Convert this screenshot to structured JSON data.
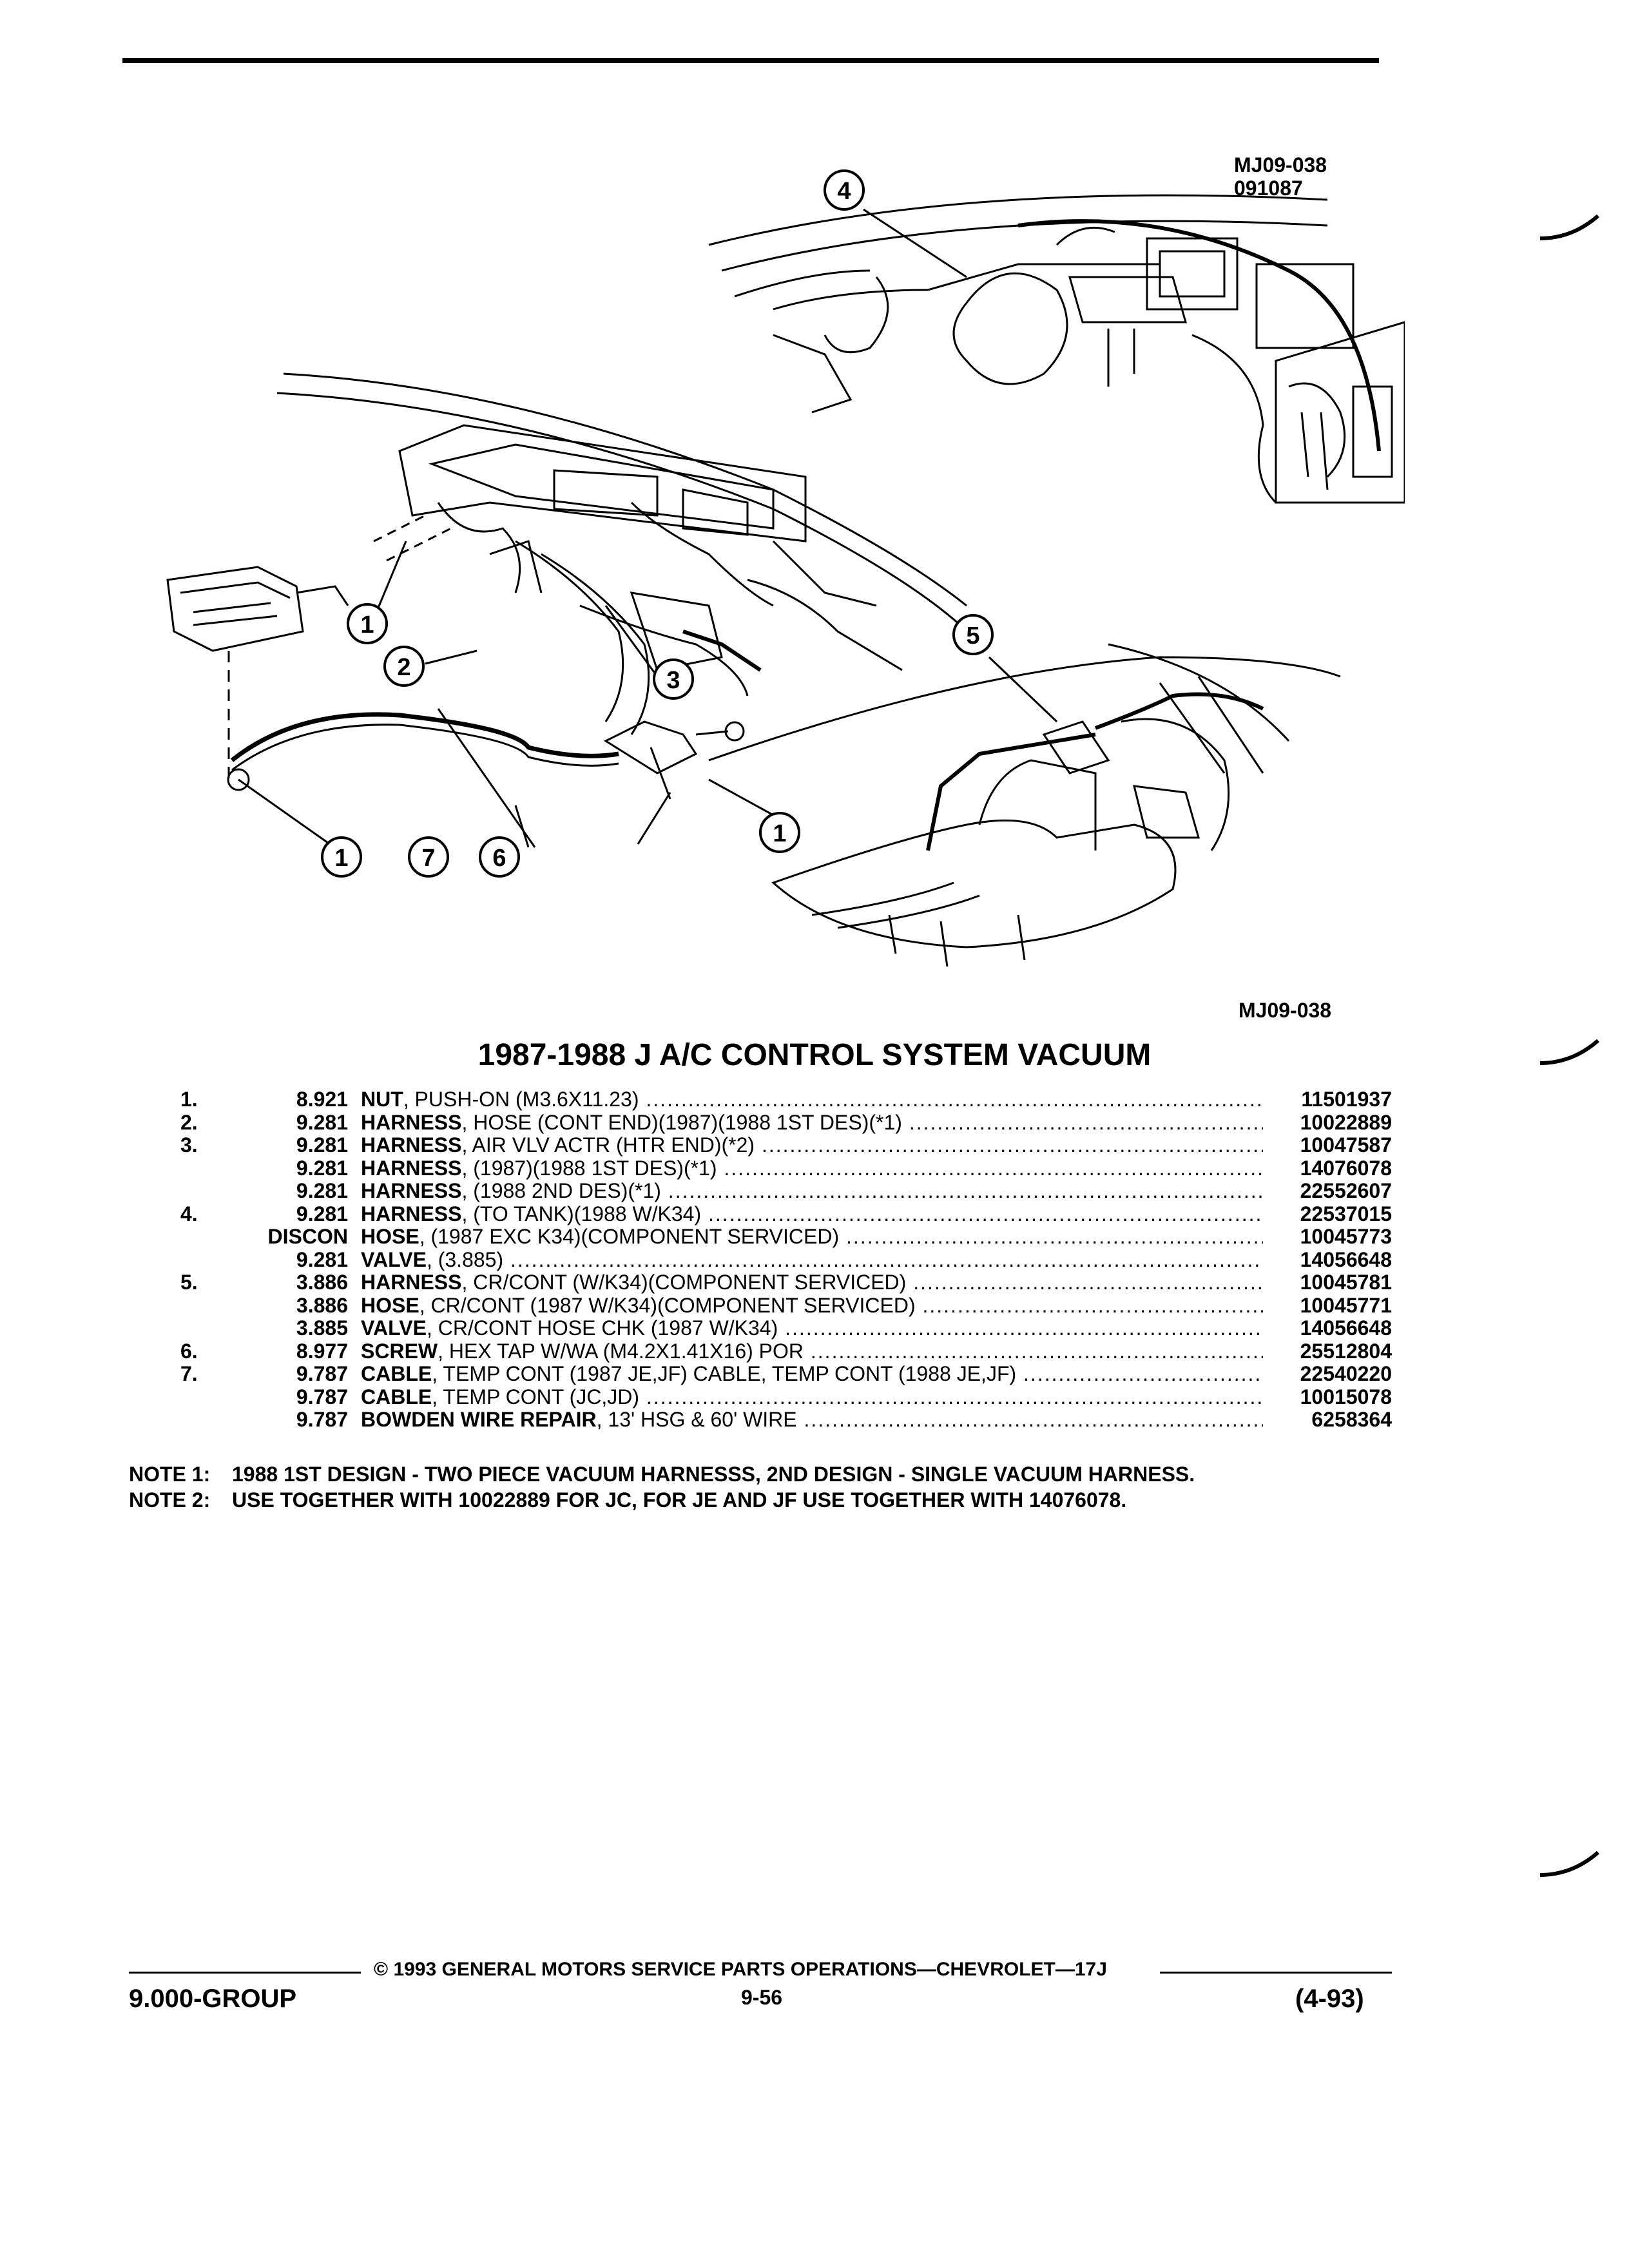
{
  "figure": {
    "code_top_1": "MJ09-038",
    "code_top_2": "091087",
    "code_bottom": "MJ09-038",
    "callouts": [
      "1",
      "2",
      "3",
      "4",
      "5",
      "6",
      "7"
    ]
  },
  "title": "1987-1988 J A/C CONTROL SYSTEM VACUUM",
  "parts": [
    {
      "item": "1.",
      "group": "8.921",
      "name": "NUT",
      "desc": ", PUSH-ON (M3.6X11.23)",
      "number": "11501937"
    },
    {
      "item": "2.",
      "group": "9.281",
      "name": "HARNESS",
      "desc": ", HOSE (CONT END)(1987)(1988 1ST DES)(*1)",
      "number": "10022889"
    },
    {
      "item": "3.",
      "group": "9.281",
      "name": "HARNESS",
      "desc": ", AIR VLV ACTR (HTR END)(*2)",
      "number": "10047587"
    },
    {
      "item": "",
      "group": "9.281",
      "name": "HARNESS",
      "desc": ", (1987)(1988 1ST DES)(*1)",
      "number": "14076078"
    },
    {
      "item": "",
      "group": "9.281",
      "name": "HARNESS",
      "desc": ", (1988 2ND DES)(*1)",
      "number": "22552607"
    },
    {
      "item": "4.",
      "group": "9.281",
      "name": "HARNESS",
      "desc": ", (TO TANK)(1988 W/K34)",
      "number": "22537015"
    },
    {
      "item": "",
      "group": "DISCON",
      "name": "HOSE",
      "desc": ", (1987 EXC K34)(COMPONENT SERVICED)",
      "number": "10045773"
    },
    {
      "item": "",
      "group": "9.281",
      "name": "VALVE",
      "desc": ", (3.885)",
      "number": "14056648"
    },
    {
      "item": "5.",
      "group": "3.886",
      "name": "HARNESS",
      "desc": ", CR/CONT (W/K34)(COMPONENT SERVICED)",
      "number": "10045781"
    },
    {
      "item": "",
      "group": "3.886",
      "name": "HOSE",
      "desc": ", CR/CONT (1987 W/K34)(COMPONENT SERVICED)",
      "number": "10045771"
    },
    {
      "item": "",
      "group": "3.885",
      "name": "VALVE",
      "desc": ", CR/CONT HOSE CHK (1987 W/K34)",
      "number": "14056648"
    },
    {
      "item": "6.",
      "group": "8.977",
      "name": "SCREW",
      "desc": ", HEX TAP W/WA (M4.2X1.41X16) POR",
      "number": "25512804"
    },
    {
      "item": "7.",
      "group": "9.787",
      "name": "CABLE",
      "desc": ", TEMP CONT (1987 JE,JF) CABLE, TEMP CONT (1988 JE,JF)",
      "number": "22540220"
    },
    {
      "item": "",
      "group": "9.787",
      "name": "CABLE",
      "desc": ", TEMP CONT (JC,JD)",
      "number": "10015078"
    },
    {
      "item": "",
      "group": "9.787",
      "name": "BOWDEN WIRE REPAIR",
      "desc": ", 13' HSG & 60' WIRE",
      "number": "6258364"
    }
  ],
  "notes": [
    {
      "label": "NOTE 1:",
      "text": "1988 1ST DESIGN - TWO PIECE VACUUM HARNESSS, 2ND DESIGN - SINGLE VACUUM HARNESS."
    },
    {
      "label": "NOTE 2:",
      "text": "USE TOGETHER WITH 10022889 FOR JC, FOR JE AND JF USE TOGETHER WITH 14076078."
    }
  ],
  "footer": {
    "copyright": "© 1993 GENERAL MOTORS SERVICE PARTS OPERATIONS—CHEVROLET—17J",
    "group": "9.000-GROUP",
    "page": "9-56",
    "revision": "(4-93)"
  }
}
